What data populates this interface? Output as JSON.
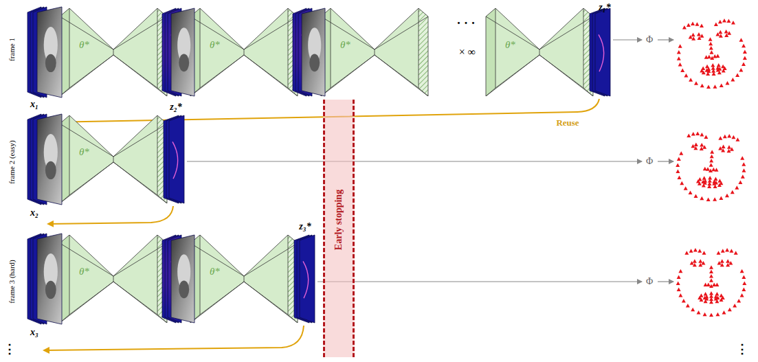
{
  "diagram": {
    "nodes": [
      {
        "text": [
          "θ*"
        ]
      },
      {
        "text": [
          "θ*"
        ]
      },
      {
        "text": [
          "θ*"
        ]
      },
      {
        "text": [
          "θ*"
        ]
      },
      {
        "text": [
          "θ*"
        ]
      },
      {
        "text": [
          "θ*"
        ]
      },
      {
        "text": [
          "θ*"
        ]
      },
      {
        "text": [
          "Early stopping"
        ]
      }
    ],
    "labels": [
      "frame 1",
      "x₁",
      "· · ·",
      "× ∞",
      "z₁*",
      "Φ",
      "Reuse",
      "frame 2 (easy)",
      "z₂*",
      "x₂",
      "Φ",
      "frame 3 (hard)",
      "z₃*",
      "x₃",
      "Φ",
      "⋮",
      "⋮"
    ]
  }
}
